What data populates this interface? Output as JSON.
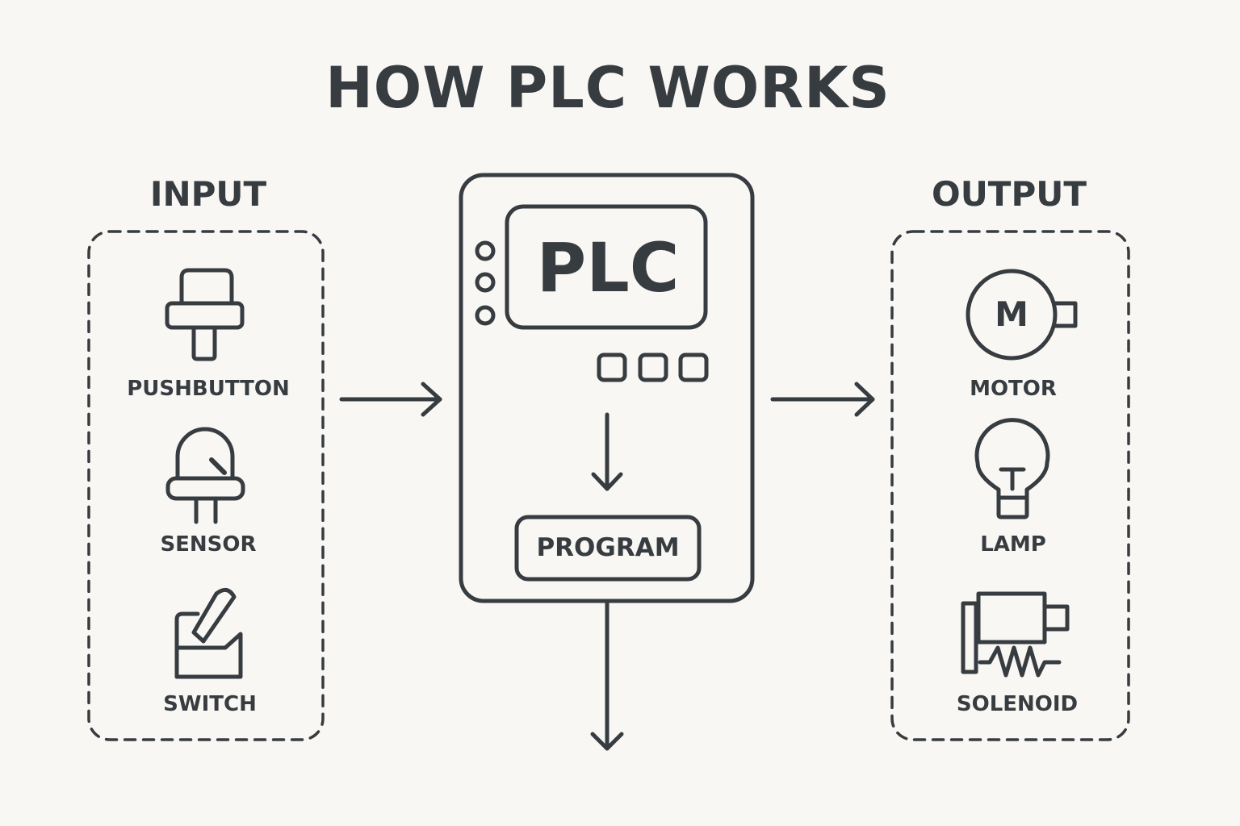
{
  "title": "HOW PLC WORKS",
  "input": {
    "heading": "INPUT",
    "devices": [
      {
        "label": "PUSHBUTTON",
        "icon": "pushbutton-icon"
      },
      {
        "label": "SENSOR",
        "icon": "sensor-icon"
      },
      {
        "label": "SWITCH",
        "icon": "switch-icon"
      }
    ]
  },
  "plc": {
    "label": "PLC",
    "program_label": "PROGRAM"
  },
  "output": {
    "heading": "OUTPUT",
    "devices": [
      {
        "label": "MOTOR",
        "icon": "motor-icon",
        "symbol": "M"
      },
      {
        "label": "LAMP",
        "icon": "lamp-icon"
      },
      {
        "label": "SOLENOID",
        "icon": "solenoid-icon"
      }
    ]
  },
  "colors": {
    "background": "#f8f7f3",
    "stroke": "#373c41"
  }
}
